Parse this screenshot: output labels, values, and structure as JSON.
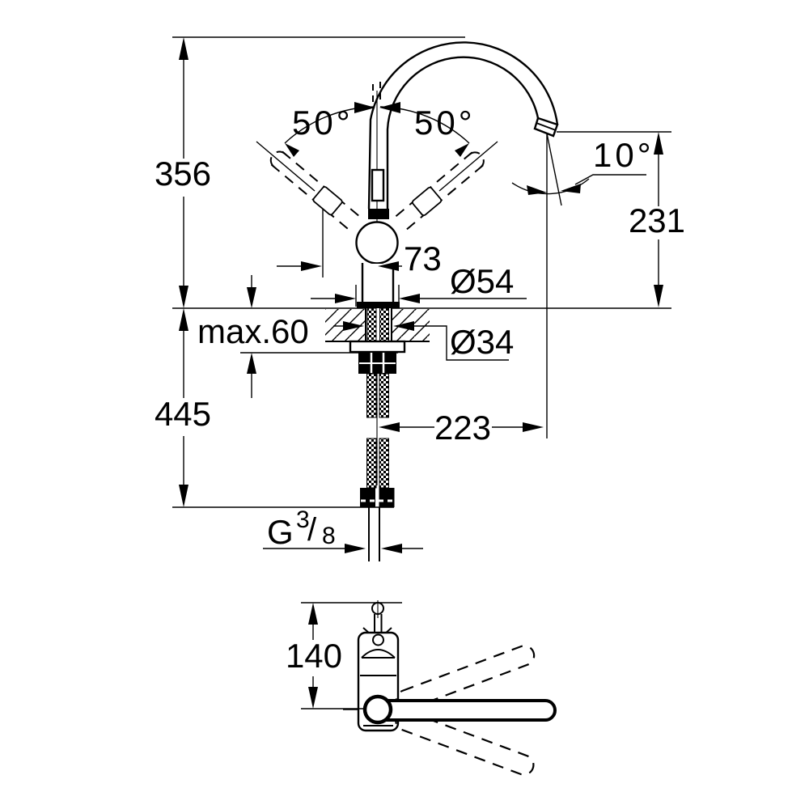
{
  "drawing": {
    "background": "#ffffff",
    "line_color": "#000000",
    "subject": "single-lever kitchen sink mixer tap dimension drawing",
    "views": {
      "side": "side elevation",
      "plan": "top view"
    },
    "dims": {
      "total_height": "356",
      "below_deck_height": "445",
      "deck_thickness_max": "max.60",
      "lever_front_offset": "73",
      "base_diameter": "Ø54",
      "shank_diameter": "Ø34",
      "spout_outlet_height": "231",
      "spout_reach": "223",
      "outlet_angle": "10°",
      "lever_swing_left": "50°",
      "lever_swing_right": "50°",
      "handle_length": "140",
      "thread": {
        "prefix": "G",
        "sup": "3",
        "slash": "/",
        "sub": "8"
      }
    }
  }
}
